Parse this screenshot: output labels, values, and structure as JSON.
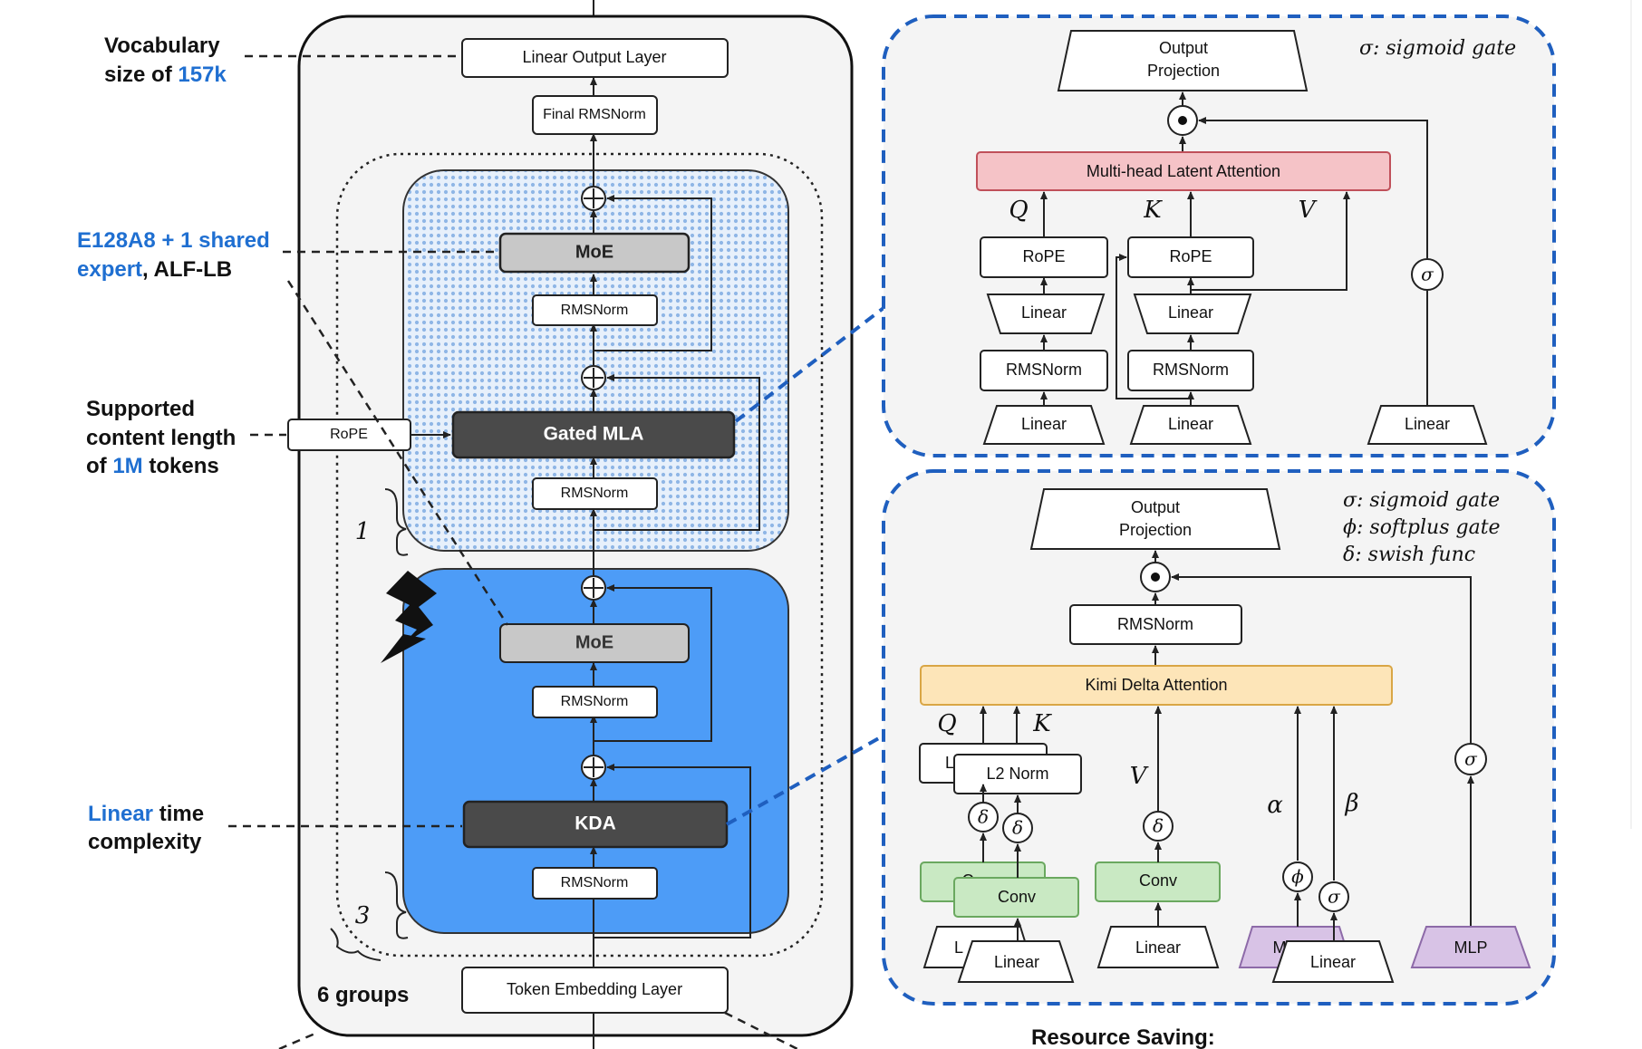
{
  "annotations": {
    "vocab_line1": "Vocabulary",
    "vocab_line2_prefix": "size of ",
    "vocab_value": "157k",
    "moe_line1": "E128A8 + 1 shared",
    "moe_line2_blue": "expert",
    "moe_line2_rest": ", ALF-LB",
    "ctx_line1": "Supported",
    "ctx_line2": "content length",
    "ctx_line3_prefix": "of ",
    "ctx_value": "1M",
    "ctx_line3_suffix": " tokens",
    "linear_blue": "Linear",
    "linear_rest": " time",
    "linear_line2": "complexity",
    "groups": "6 groups",
    "bracket_1": "1",
    "bracket_3": "3",
    "resource_saving": "Resource Saving:"
  },
  "stack": {
    "output_layer": "Linear Output Layer",
    "final_norm": "Final RMSNorm",
    "moe": "MoE",
    "rmsnorm": "RMSNorm",
    "gated_mla": "Gated MLA",
    "rope": "RoPE",
    "kda": "KDA",
    "embedding": "Token Embedding Layer"
  },
  "mla_panel": {
    "output_proj_line1": "Output",
    "output_proj_line2": "Projection",
    "sigma_note": "σ: sigmoid gate",
    "attention": "Multi-head Latent Attention",
    "q": "Q",
    "k": "K",
    "v": "V",
    "rope": "RoPE",
    "linear": "Linear",
    "rmsnorm": "RMSNorm",
    "sigma": "σ",
    "odot": "⊙"
  },
  "kda_panel": {
    "output_proj_line1": "Output",
    "output_proj_line2": "Projection",
    "note_sigma": "σ: sigmoid gate",
    "note_phi": "ϕ: softplus gate",
    "note_delta": "δ: swish func",
    "rmsnorm": "RMSNorm",
    "attention": "Kimi Delta Attention",
    "q": "Q",
    "k": "K",
    "v": "V",
    "alpha": "α",
    "beta": "β",
    "l2norm": "L2 Norm",
    "l2norm_back": "L",
    "delta": "δ",
    "phi": "ϕ",
    "sigma": "σ",
    "conv": "Conv",
    "conv_back": "C",
    "linear": "Linear",
    "linear_back": "L",
    "mlp": "MLP",
    "mlp_back": "M",
    "odot": "⊙"
  },
  "colors": {
    "mla_attention_fill": "#f5c3c7",
    "kda_attention_fill": "#fde5b8",
    "conv_fill": "#c9e9c3",
    "mlp_fill": "#d8c3e6",
    "kda_block_fill": "#4d9cf7",
    "dark_box": "#4a4a4a",
    "moe_fill": "#c8c8c8",
    "blue_text": "#1f6fd1"
  }
}
